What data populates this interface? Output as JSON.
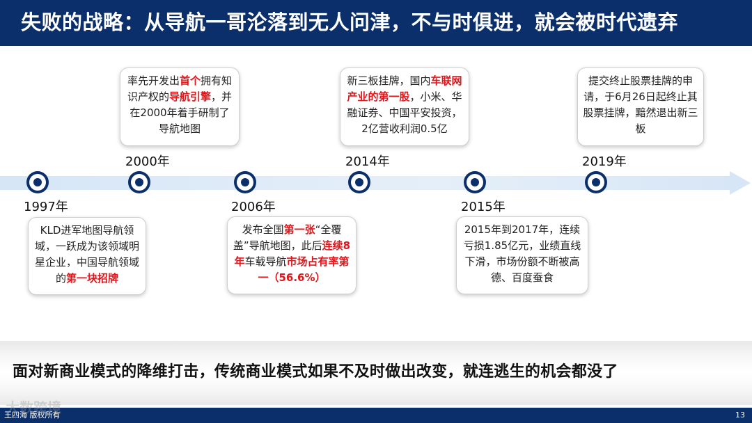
{
  "title": "失败的战略：从导航一哥沦落到无人问津，不与时俱进，就会被时代遗弃",
  "events": [
    {
      "year": "1997年",
      "parts": [
        {
          "t": "KLD进军地图导航领域，一跃成为该领域明星企业，中国导航领域的"
        },
        {
          "t": "第一块招牌",
          "hl": true
        }
      ]
    },
    {
      "year": "2000年",
      "parts": [
        {
          "t": "率先开发出"
        },
        {
          "t": "首个",
          "hl": true
        },
        {
          "t": "拥有知识产权的"
        },
        {
          "t": "导航引擎",
          "hl": true
        },
        {
          "t": "，并在2000年着手研制了导航地图"
        }
      ]
    },
    {
      "year": "2006年",
      "parts": [
        {
          "t": "发布全国"
        },
        {
          "t": "第一张",
          "hl": true
        },
        {
          "t": "“全覆盖”导航地图，此后"
        },
        {
          "t": "连续8年",
          "hl": true
        },
        {
          "t": "车载导航"
        },
        {
          "t": "市场占有率第一（56.6%）",
          "hl": true
        }
      ]
    },
    {
      "year": "2014年",
      "parts": [
        {
          "t": "新三板挂牌，国内"
        },
        {
          "t": "车联网产业的第一股",
          "hl": true
        },
        {
          "t": "，小米、华融证券、中国平安投资，2亿营收利润0.5亿"
        }
      ]
    },
    {
      "year": "2015年",
      "parts": [
        {
          "t": "2015年到2017年，连续亏损1.85亿元，业绩直线下滑，市场份额不断被高德、百度蚕食"
        }
      ]
    },
    {
      "year": "2019年",
      "parts": [
        {
          "t": "提交终止股票挂牌的申请，于6月26日起终止其股票挂牌，黯然退出新三板"
        }
      ]
    }
  ],
  "conclusion": "面对新商业模式的降维打击，传统商业模式如果不及时做出改变，就连逃生的机会都没了",
  "footer": {
    "copyright": "王四海 版权所有",
    "page_number": "13"
  },
  "watermark": "大数跨境",
  "colors": {
    "navy": "#0b2f6b",
    "highlight": "#e0161b"
  }
}
